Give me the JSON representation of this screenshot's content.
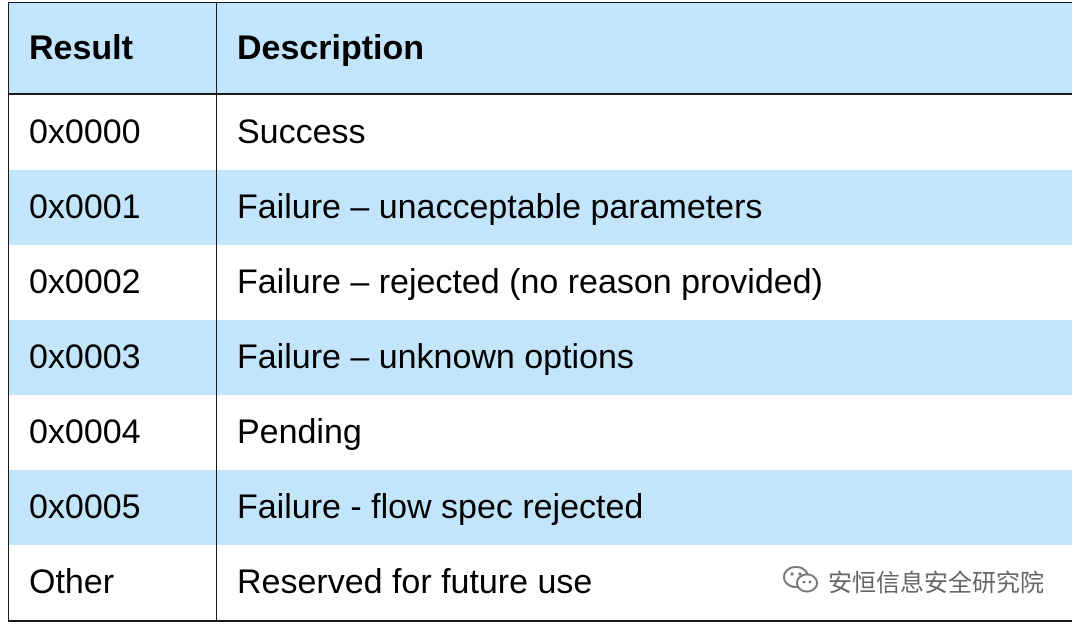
{
  "table": {
    "headers": [
      "Result",
      "Description"
    ],
    "rows": [
      {
        "result": "0x0000",
        "description": "Success",
        "shaded": false
      },
      {
        "result": "0x0001",
        "description": "Failure – unacceptable parameters",
        "shaded": true
      },
      {
        "result": "0x0002",
        "description": "Failure – rejected (no reason provided)",
        "shaded": false
      },
      {
        "result": "0x0003",
        "description": "Failure – unknown options",
        "shaded": true
      },
      {
        "result": "0x0004",
        "description": "Pending",
        "shaded": false
      },
      {
        "result": "0x0005",
        "description": "Failure - flow spec rejected",
        "shaded": true
      },
      {
        "result": "Other",
        "description": "Reserved for future use",
        "shaded": false
      }
    ]
  },
  "watermark": {
    "text": "安恒信息安全研究院",
    "icon": "wechat-icon"
  },
  "colors": {
    "header_bg": "#c2e5fb",
    "shaded_row_bg": "#c2e5fb",
    "border": "#1a1a1a"
  }
}
